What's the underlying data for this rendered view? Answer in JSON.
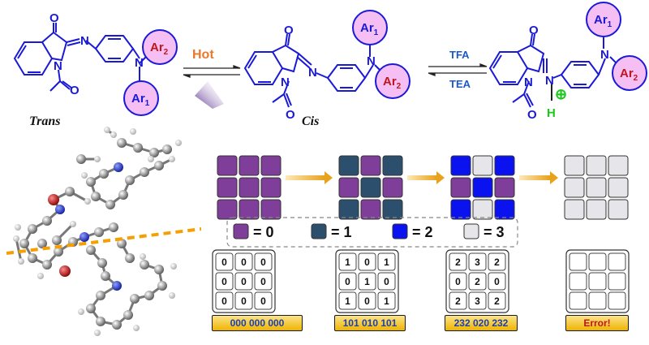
{
  "reaction": {
    "trans_label": "Trans",
    "cis_label": "Cis",
    "hot_label": "Hot",
    "acid_label": "TFA",
    "base_label": "TEA",
    "ar1": "Ar",
    "ar1_sub": "1",
    "ar2": "Ar",
    "ar2_sub": "2",
    "atom_o": "O",
    "atom_n": "N",
    "atom_h": "H",
    "plus": "⊕"
  },
  "colors": {
    "bond_blue": "#1a1ad6",
    "ar_fill": "#f6bff4",
    "hot": "#e8782a",
    "state_0": "#7f3e9a",
    "state_1": "#2d4f6e",
    "state_2": "#0a12f0",
    "state_3": "#e6e6ea",
    "arrow_gold": "#e8b34a"
  },
  "legend": [
    {
      "state": 0,
      "label": "= 0"
    },
    {
      "state": 1,
      "label": "= 1"
    },
    {
      "state": 2,
      "label": "= 2"
    },
    {
      "state": 3,
      "label": "= 3"
    }
  ],
  "grids": [
    {
      "cells": [
        0,
        0,
        0,
        0,
        0,
        0,
        0,
        0,
        0
      ],
      "digits": [
        "0",
        "0",
        "0",
        "0",
        "0",
        "0",
        "0",
        "0",
        "0"
      ],
      "code": "000 000 000"
    },
    {
      "cells": [
        1,
        0,
        1,
        0,
        1,
        0,
        1,
        0,
        1
      ],
      "digits": [
        "1",
        "0",
        "1",
        "0",
        "1",
        "0",
        "1",
        "0",
        "1"
      ],
      "code": "101 010 101"
    },
    {
      "cells": [
        2,
        3,
        2,
        0,
        2,
        0,
        2,
        3,
        2
      ],
      "digits": [
        "2",
        "3",
        "2",
        "0",
        "2",
        "0",
        "2",
        "3",
        "2"
      ],
      "code": "232 020 232"
    },
    {
      "cells": [
        3,
        3,
        3,
        3,
        3,
        3,
        3,
        3,
        3
      ],
      "digits": [
        "",
        "",
        "",
        "",
        "",
        "",
        "",
        "",
        ""
      ],
      "code": "Error!"
    }
  ]
}
